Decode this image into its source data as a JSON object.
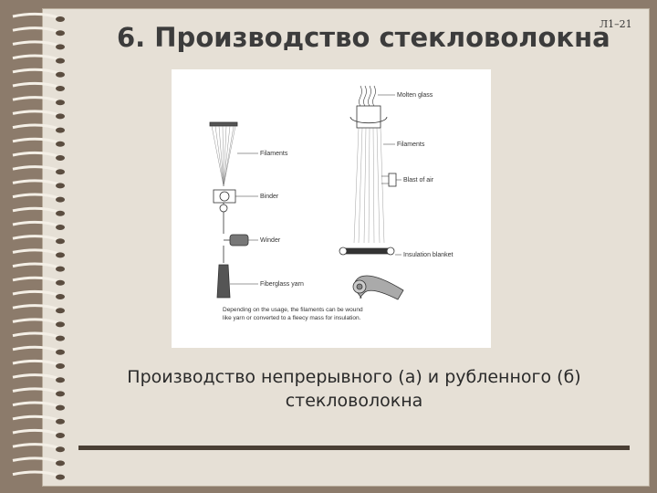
{
  "slide": {
    "number": "Л1–21",
    "title": "6. Производство стекловолокна",
    "caption_line1": "Производство непрерывного (а) и рубленного (б)",
    "caption_line2": "стекловолокна"
  },
  "figure": {
    "left_labels": {
      "filaments": "Filaments",
      "binder": "Binder",
      "winder": "Winder",
      "yarn": "Fiberglass yarn"
    },
    "right_labels": {
      "molten_glass": "Molten glass",
      "filaments": "Filaments",
      "blast": "Blast of air",
      "blanket": "Insulation blanket"
    },
    "note_line1": "Depending on the usage, the filaments can be wound",
    "note_line2": "like yarn or converted to a fleecy mass for insulation."
  },
  "colors": {
    "background": "#8c7b6b",
    "paper": "#e6e0d6",
    "rule": "#4a3f34"
  }
}
